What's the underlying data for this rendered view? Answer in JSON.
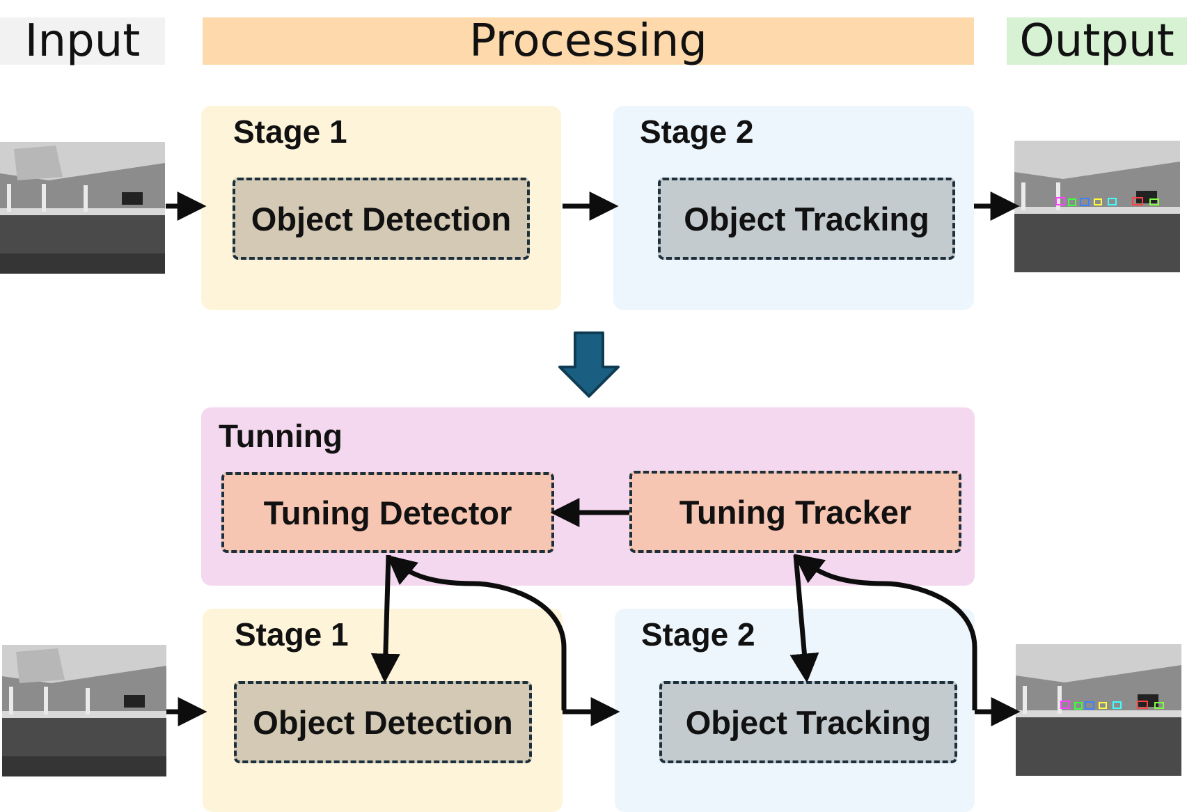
{
  "headers": {
    "input": "Input",
    "processing": "Processing",
    "output": "Output"
  },
  "pipeline": {
    "stage1": {
      "label": "Stage 1",
      "box": "Object Detection"
    },
    "stage2": {
      "label": "Stage 2",
      "box": "Object Tracking"
    }
  },
  "tunning": {
    "label": "Tunning",
    "detector": "Tuning Detector",
    "tracker": "Tuning Tracker"
  },
  "tuned": {
    "stage1": {
      "label": "Stage 1",
      "box": "Object Detection"
    },
    "stage2": {
      "label": "Stage 2",
      "box": "Object Tracking"
    }
  },
  "colors": {
    "input_header": "#f2f2f2",
    "processing_header": "#fdd9ab",
    "output_header": "#d7f2d3",
    "stage1_panel": "#fef4da",
    "stage2_panel": "#eef6fd",
    "tunning_panel": "#f4d8ef",
    "detection_box": "#d3c9b5",
    "tracking_box": "#c4cbcf",
    "tuning_box": "#f7c6b2",
    "arrow": "#0d0d0d",
    "big_arrow": "#1a5f82",
    "big_arrow_outline": "#0f3b52"
  }
}
